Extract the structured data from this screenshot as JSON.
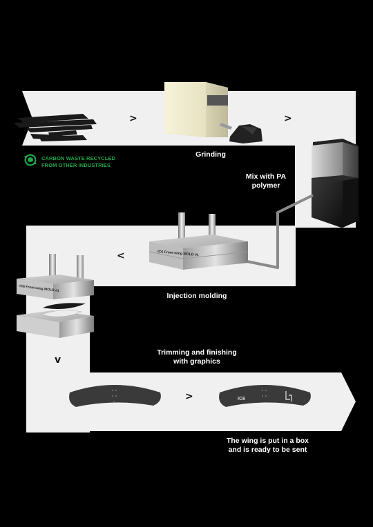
{
  "badge": {
    "text": "CARBON WASTE RECYCLED\nFROM OTHER INDUSTRIES",
    "color": "#1fa84a",
    "icon": "recycle-leaf-icon"
  },
  "steps": {
    "grinding": "Grinding",
    "mix": "Mix with PA\npolymer",
    "injection": "Injection molding",
    "trimming": "Trimming and finishing\nwith graphics",
    "box": "The wing is put in a box\nand is ready to be sent"
  },
  "arrows": {
    "a1": ">",
    "a2": ">",
    "a3": "<",
    "a4": "v",
    "a5": ">"
  },
  "mold_labels": {
    "mold_right": "IC6 Front wing MOLD #1",
    "mold_left": "IC6 Front wing MOLD #1"
  },
  "wing_logo": "IC6",
  "colors": {
    "background": "#000000",
    "path": "#f0f0f0",
    "accent_green": "#1fa84a"
  }
}
